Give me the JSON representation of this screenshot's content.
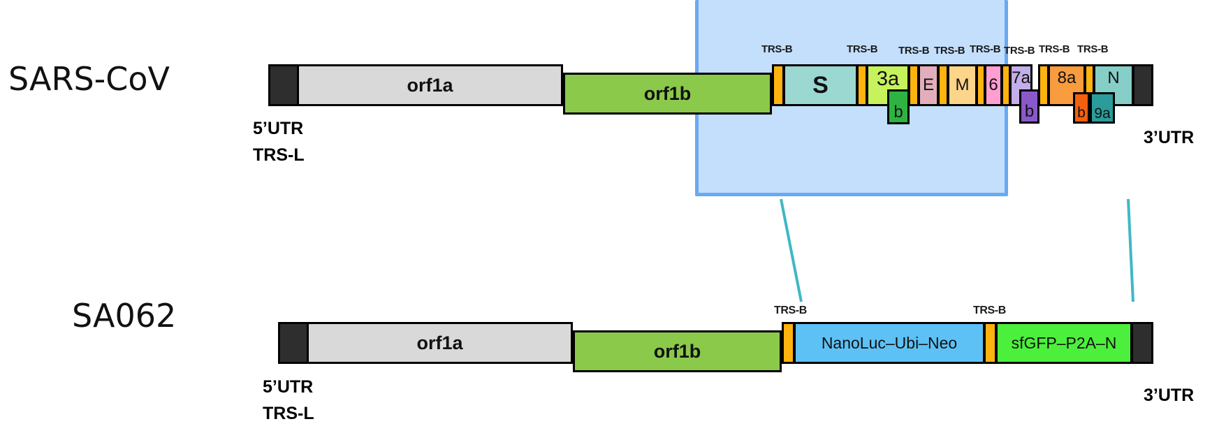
{
  "figure": {
    "rows": [
      {
        "id": "sars-cov",
        "name": "SARS-CoV",
        "five_utr": "5’UTR",
        "trs_l": "TRS-L",
        "three_utr": "3’UTR"
      },
      {
        "id": "sa062",
        "name": "SA062",
        "five_utr": "5’UTR",
        "trs_l": "TRS-L",
        "three_utr": "3’UTR"
      }
    ]
  },
  "colors": {
    "cap_black": "#2e2e2e",
    "orf1a_gray": "#d9d9d9",
    "orf1b_green": "#8bc94b",
    "trs_orange": "#ffb30f",
    "spike_teal": "#9bd8d2",
    "orf3a_lime": "#c6f25c",
    "orf3b_green": "#2eb343",
    "e_pink": "#e3aebc",
    "m_tan": "#fcd58a",
    "orf6_pink": "#ff9ed2",
    "orf7a_lavender": "#c2aee8",
    "orf7b_purple": "#8a59c9",
    "orf8a_orange": "#f89c3e",
    "orf8b_orange": "#f4600f",
    "orf9a_teal": "#2a9d9a",
    "n_teal": "#86cfc8",
    "nanoluc_blue": "#5ec1f5",
    "sfgfp_green": "#4cf03c",
    "inset_fill": "#c3dffc",
    "inset_border": "#6aa9f4",
    "connector": "#3fb8c4",
    "outline": "#000000"
  },
  "sars_row": {
    "trs_b_labels": [
      "TRS-B",
      "TRS-B",
      "TRS-B",
      "TRS-B",
      "TRS-B",
      "TRS-B",
      "TRS-B",
      "TRS-B"
    ],
    "segments": [
      {
        "name": "cap",
        "label": ""
      },
      {
        "name": "orf1a",
        "label": "orf1a"
      },
      {
        "name": "orf1b",
        "label": "orf1b"
      },
      {
        "name": "trs-b-s",
        "label": ""
      },
      {
        "name": "spike",
        "label": "S"
      },
      {
        "name": "trs-b-3a",
        "label": ""
      },
      {
        "name": "orf3a",
        "label": "3a"
      },
      {
        "name": "orf3b",
        "label": "b"
      },
      {
        "name": "trs-b-e",
        "label": ""
      },
      {
        "name": "orf-e",
        "label": "E"
      },
      {
        "name": "trs-b-m",
        "label": ""
      },
      {
        "name": "orf-m",
        "label": "M"
      },
      {
        "name": "trs-b-6",
        "label": ""
      },
      {
        "name": "orf6",
        "label": "6"
      },
      {
        "name": "trs-b-7a",
        "label": ""
      },
      {
        "name": "orf7a",
        "label": "7a"
      },
      {
        "name": "orf7b",
        "label": "b"
      },
      {
        "name": "trs-b-8a",
        "label": ""
      },
      {
        "name": "orf8a",
        "label": "8a"
      },
      {
        "name": "orf8b",
        "label": "b"
      },
      {
        "name": "orf9a",
        "label": "9a"
      },
      {
        "name": "orf-n",
        "label": "N"
      },
      {
        "name": "tail",
        "label": ""
      }
    ]
  },
  "sa062_row": {
    "trs_b_labels": [
      "TRS-B",
      "TRS-B"
    ],
    "segments": [
      {
        "name": "cap",
        "label": ""
      },
      {
        "name": "orf1a",
        "label": "orf1a"
      },
      {
        "name": "orf1b",
        "label": "orf1b"
      },
      {
        "name": "trs-b-nanoluc",
        "label": ""
      },
      {
        "name": "nanoluc-ubi-neo",
        "label": "NanoLuc–Ubi–Neo"
      },
      {
        "name": "trs-b-sfgfp",
        "label": ""
      },
      {
        "name": "sfgfp-p2a-n",
        "label": "sfGFP–P2A–N"
      },
      {
        "name": "tail",
        "label": ""
      }
    ]
  }
}
